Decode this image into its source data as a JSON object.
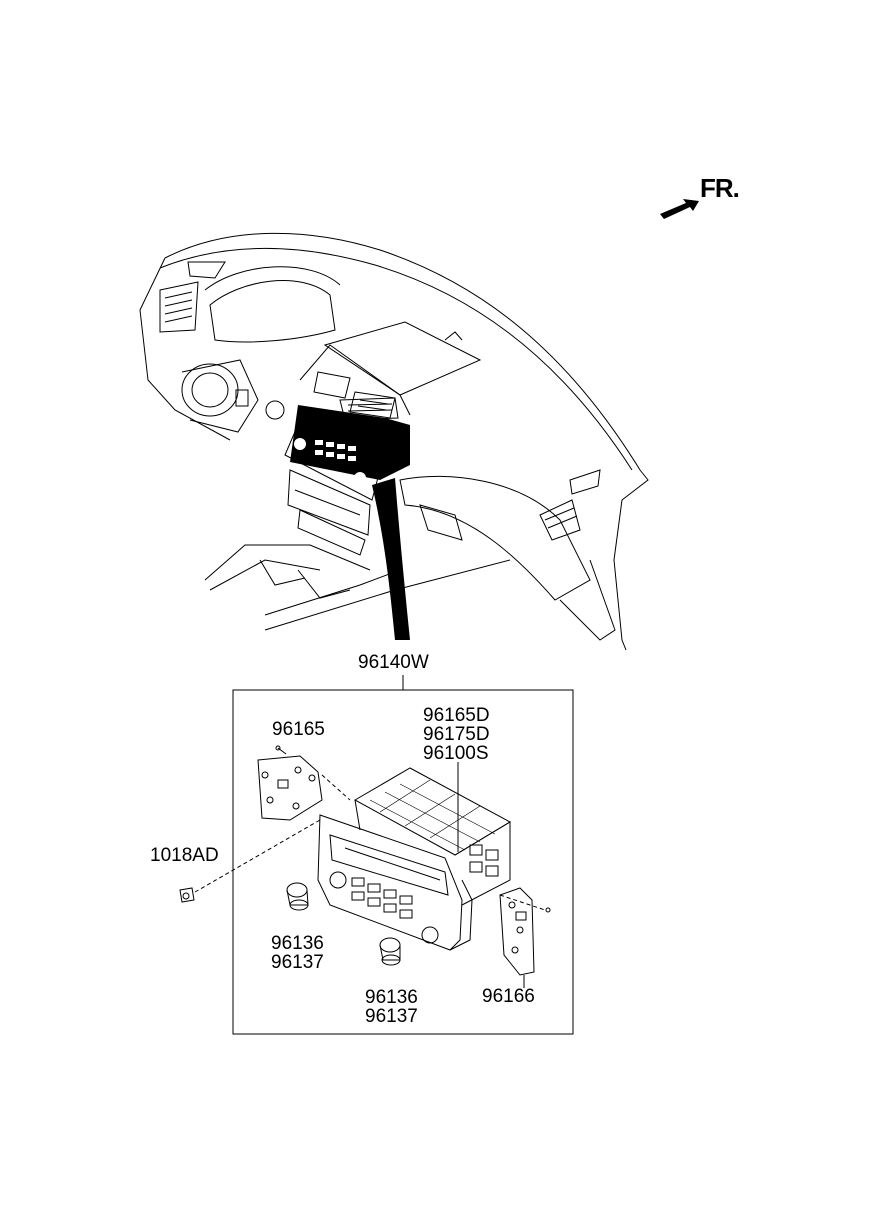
{
  "diagram": {
    "front_indicator": {
      "label": "FR."
    },
    "callouts": {
      "assembly": "96140W",
      "bracket_left": "96165",
      "mount_screw": "1018AD",
      "deck_lines": [
        "96165D",
        "96175D",
        "96100S"
      ],
      "knob_left": [
        "96136",
        "96137"
      ],
      "knob_right": [
        "96136",
        "96137"
      ],
      "bracket_right": "96166"
    }
  }
}
